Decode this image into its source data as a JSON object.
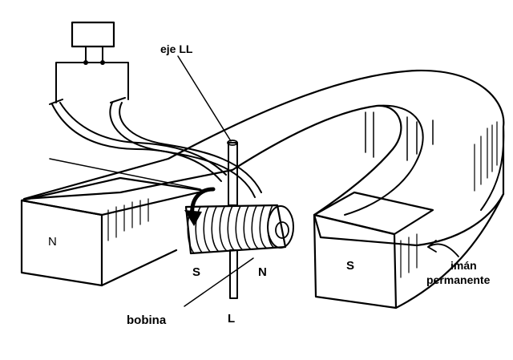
{
  "labels": {
    "axis": "eje LL",
    "coil": "bobina",
    "magnet_line1": "imán",
    "magnet_line2": "permanente",
    "pole_north_left": "N",
    "pole_south_right": "S",
    "coil_south": "S",
    "coil_north": "N",
    "axis_bottom": "L"
  }
}
